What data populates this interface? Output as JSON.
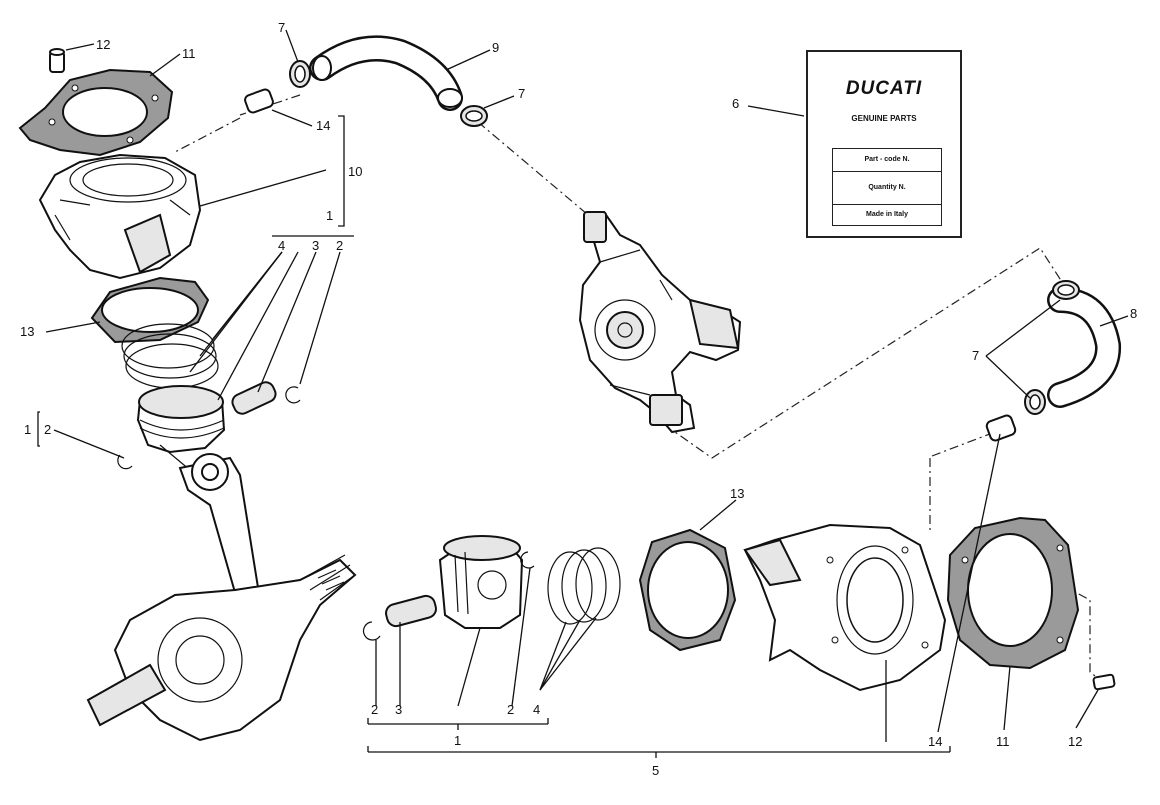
{
  "card": {
    "brand": "DUCATI",
    "subtitle": "GENUINE PARTS",
    "rows": [
      "Part - code N.",
      "Quantity N.",
      "Made in Italy"
    ]
  },
  "callouts": {
    "c1": "12",
    "c2": "11",
    "c3": "7",
    "c4": "9",
    "c5": "7",
    "c6": "6",
    "c7": "14",
    "c8": "10",
    "c9": "1",
    "c10": "4",
    "c11": "3",
    "c12": "2",
    "c13": "13",
    "c14": "1",
    "c15": "2",
    "c16": "8",
    "c17": "7",
    "c18": "13",
    "c19": "2",
    "c20": "3",
    "c21": "2",
    "c22": "4",
    "c23": "1",
    "c24": "14",
    "c25": "11",
    "c26": "12",
    "c27": "5"
  }
}
